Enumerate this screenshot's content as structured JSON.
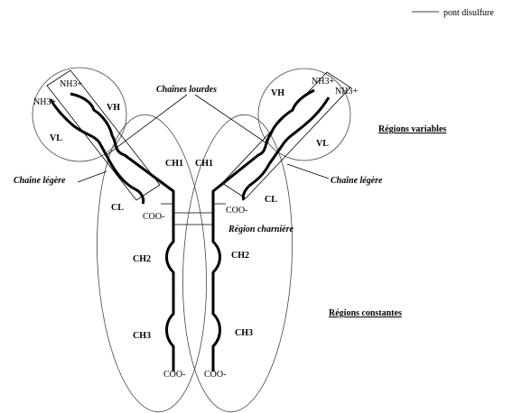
{
  "legend": {
    "label": "pont disulfure"
  },
  "labels": {
    "nh3_left_top": "NH3+",
    "nh3_left_side": "NH3+",
    "nh3_right_top": "NH3+",
    "nh3_right_side": "NH3+",
    "vh_left": "VH",
    "vl_left": "VL",
    "vh_right": "VH",
    "vl_right": "VL",
    "chaines_lourdes": "Chaînes lourdes",
    "chaine_legere_left": "Chaîne légère",
    "chaine_legere_right": "Chaîne légère",
    "regions_variables": "Régions variables",
    "regions_constantes": "Régions constantes",
    "region_charniere": "Région charnière",
    "ch1_left": "CH1",
    "ch1_right": "CH1",
    "ch2_left": "CH2",
    "ch2_right": "CH2",
    "ch3_left": "CH3",
    "ch3_right": "CH3",
    "cl_left": "CL",
    "cl_right": "CL",
    "coo_left_light": "COO-",
    "coo_right_light": "COO-",
    "coo_left_heavy": "COO-",
    "coo_right_heavy": "COO-"
  }
}
